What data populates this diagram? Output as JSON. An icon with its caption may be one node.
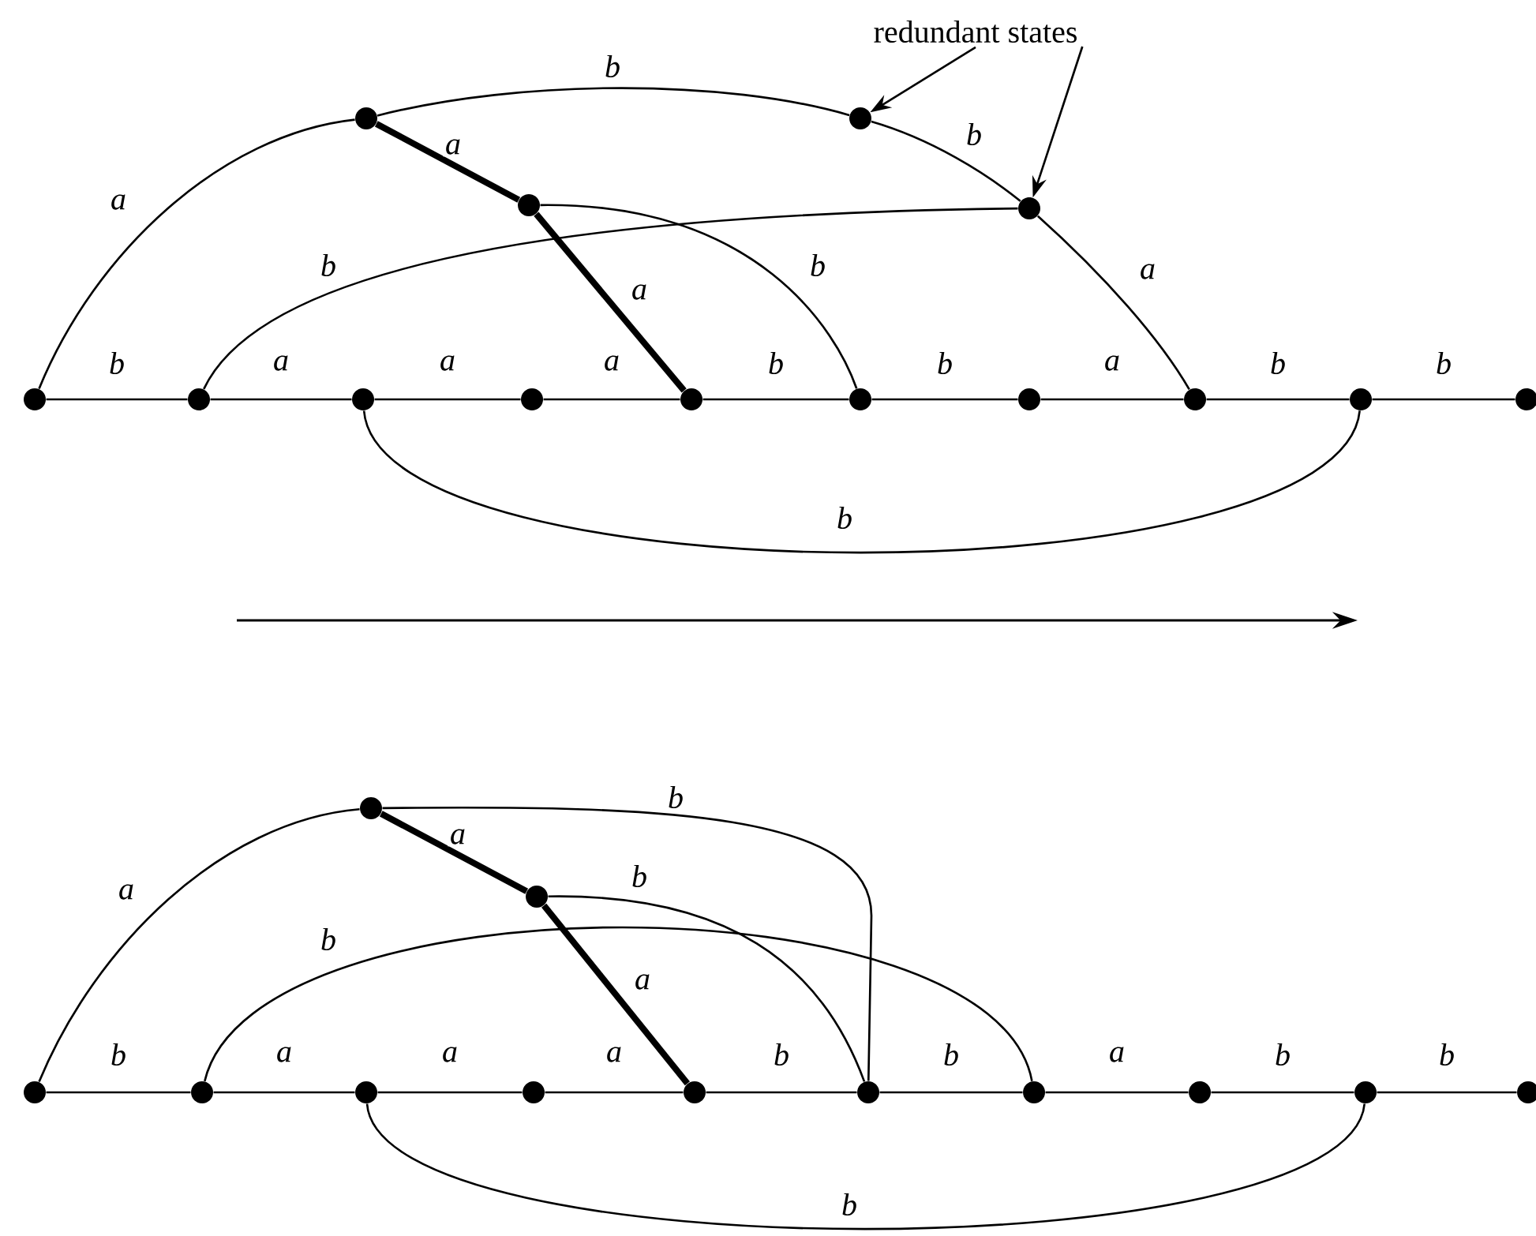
{
  "diagram": {
    "nodes": [
      {
        "text": [
          "redundant states"
        ]
      },
      {
        "text": [],
        "shape": "circle"
      },
      {
        "text": [],
        "shape": "circle"
      },
      {
        "text": [],
        "shape": "circle"
      },
      {
        "text": [],
        "shape": "circle"
      },
      {
        "text": [],
        "shape": "circle"
      },
      {
        "text": [],
        "shape": "circle"
      },
      {
        "text": [],
        "shape": "circle"
      },
      {
        "text": [],
        "shape": "circle"
      },
      {
        "text": [],
        "shape": "circle"
      },
      {
        "text": [],
        "shape": "circle"
      },
      {
        "text": [],
        "shape": "circle"
      },
      {
        "text": [],
        "shape": "circle"
      },
      {
        "text": [],
        "shape": "circle"
      },
      {
        "text": [],
        "shape": "circle"
      },
      {
        "text": [],
        "shape": "circle"
      },
      {
        "text": [],
        "shape": "circle"
      },
      {
        "text": [],
        "shape": "circle"
      },
      {
        "text": [],
        "shape": "circle"
      },
      {
        "text": [],
        "shape": "circle"
      },
      {
        "text": [],
        "shape": "circle"
      },
      {
        "text": [],
        "shape": "circle"
      },
      {
        "text": [],
        "shape": "circle"
      },
      {
        "text": [],
        "shape": "circle"
      },
      {
        "text": [],
        "shape": "circle"
      },
      {
        "text": [],
        "shape": "circle"
      },
      {
        "text": [],
        "shape": "circle"
      }
    ],
    "edges": [
      {
        "from": 0,
        "to": 2,
        "arrow": "to"
      },
      {
        "from": 0,
        "to": 4,
        "arrow": "to"
      },
      {
        "from": 5,
        "to": 6,
        "arrow": "none",
        "label": "b"
      },
      {
        "from": 6,
        "to": 7,
        "arrow": "none",
        "label": "a"
      },
      {
        "from": 7,
        "to": 8,
        "arrow": "none",
        "label": "a"
      },
      {
        "from": 8,
        "to": 9,
        "arrow": "none",
        "label": "a"
      },
      {
        "from": 9,
        "to": 10,
        "arrow": "none",
        "label": "b"
      },
      {
        "from": 10,
        "to": 11,
        "arrow": "none",
        "label": "b"
      },
      {
        "from": 11,
        "to": 12,
        "arrow": "none",
        "label": "a"
      },
      {
        "from": 12,
        "to": 13,
        "arrow": "none",
        "label": "b"
      },
      {
        "from": 13,
        "to": 14,
        "arrow": "none",
        "label": "b"
      },
      {
        "from": 5,
        "to": 1,
        "arrow": "none",
        "label": "a"
      },
      {
        "from": 1,
        "to": 3,
        "arrow": "none",
        "label": "a",
        "style": "thick"
      },
      {
        "from": 3,
        "to": 9,
        "arrow": "none",
        "label": "a",
        "style": "thick"
      },
      {
        "from": 1,
        "to": 2,
        "arrow": "none",
        "label": "b"
      },
      {
        "from": 2,
        "to": 4,
        "arrow": "none",
        "label": "b"
      },
      {
        "from": 4,
        "to": 12,
        "arrow": "none",
        "label": "a"
      },
      {
        "from": 6,
        "to": 4,
        "arrow": "none",
        "label": "b"
      },
      {
        "from": 3,
        "to": 10,
        "arrow": "none",
        "label": "b"
      },
      {
        "from": 7,
        "to": 13,
        "arrow": "none",
        "label": "b"
      },
      {
        "from": 17,
        "to": 18,
        "arrow": "none",
        "label": "b"
      },
      {
        "from": 18,
        "to": 19,
        "arrow": "none",
        "label": "a"
      },
      {
        "from": 19,
        "to": 20,
        "arrow": "none",
        "label": "a"
      },
      {
        "from": 20,
        "to": 21,
        "arrow": "none",
        "label": "a"
      },
      {
        "from": 21,
        "to": 22,
        "arrow": "none",
        "label": "b"
      },
      {
        "from": 22,
        "to": 23,
        "arrow": "none",
        "label": "b"
      },
      {
        "from": 23,
        "to": 24,
        "arrow": "none",
        "label": "a"
      },
      {
        "from": 24,
        "to": 25,
        "arrow": "none",
        "label": "b"
      },
      {
        "from": 25,
        "to": 26,
        "arrow": "none",
        "label": "b"
      },
      {
        "from": 17,
        "to": 15,
        "arrow": "none",
        "label": "a"
      },
      {
        "from": 15,
        "to": 16,
        "arrow": "none",
        "label": "a",
        "style": "thick"
      },
      {
        "from": 16,
        "to": 21,
        "arrow": "none",
        "label": "a",
        "style": "thick"
      },
      {
        "from": 15,
        "to": 22,
        "arrow": "none",
        "label": "b"
      },
      {
        "from": 16,
        "to": 22,
        "arrow": "none",
        "label": "b"
      },
      {
        "from": 18,
        "to": 23,
        "arrow": "none",
        "label": "b"
      },
      {
        "from": 19,
        "to": 25,
        "arrow": "none",
        "label": "b"
      }
    ]
  }
}
